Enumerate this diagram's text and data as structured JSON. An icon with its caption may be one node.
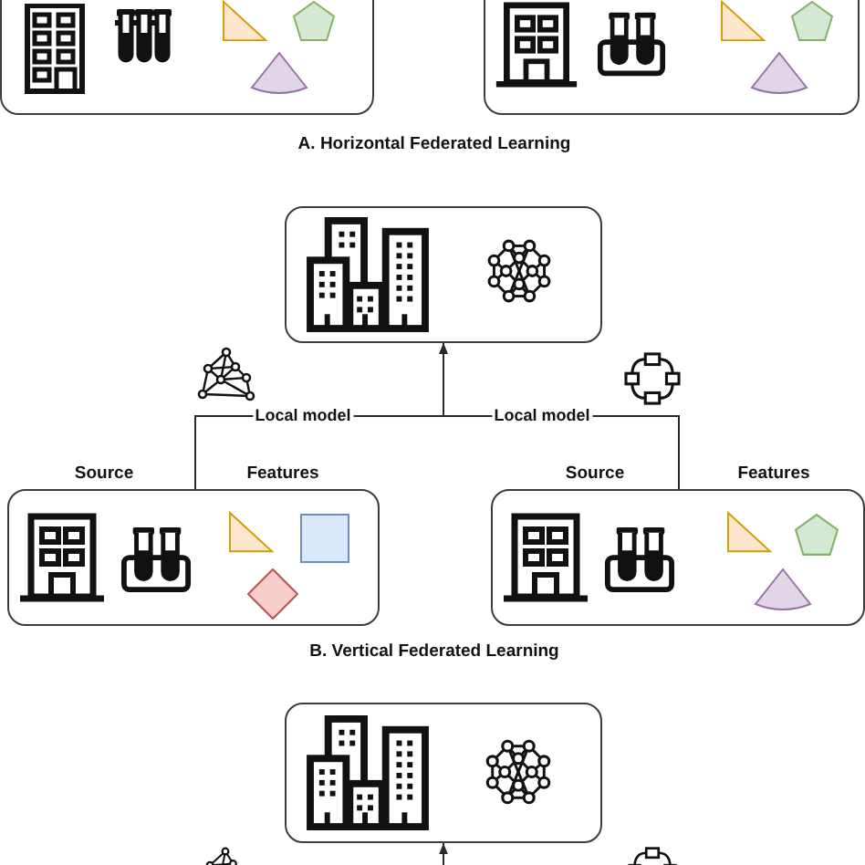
{
  "diagram": {
    "nodes": [
      {
        "text": [],
        "shape": "box"
      },
      {
        "text": [],
        "shape": "box"
      },
      {
        "text": [],
        "shape": "box"
      },
      {
        "text": [],
        "shape": "box",
        "beside": [
          "Source",
          "Features"
        ]
      },
      {
        "text": [],
        "shape": "box",
        "beside": [
          "Source",
          "Features"
        ]
      },
      {
        "text": [],
        "shape": "box"
      }
    ],
    "edges": [
      {
        "from": 3,
        "to": 2,
        "arrow": "to",
        "label": "Local model"
      },
      {
        "from": 4,
        "to": 2,
        "arrow": "to",
        "label": "Local model"
      },
      {
        "from": null,
        "to": 5,
        "arrow": "to"
      }
    ],
    "labels": [
      "A. Horizontal Federated Learning",
      "B. Vertical Federated Learning"
    ]
  }
}
